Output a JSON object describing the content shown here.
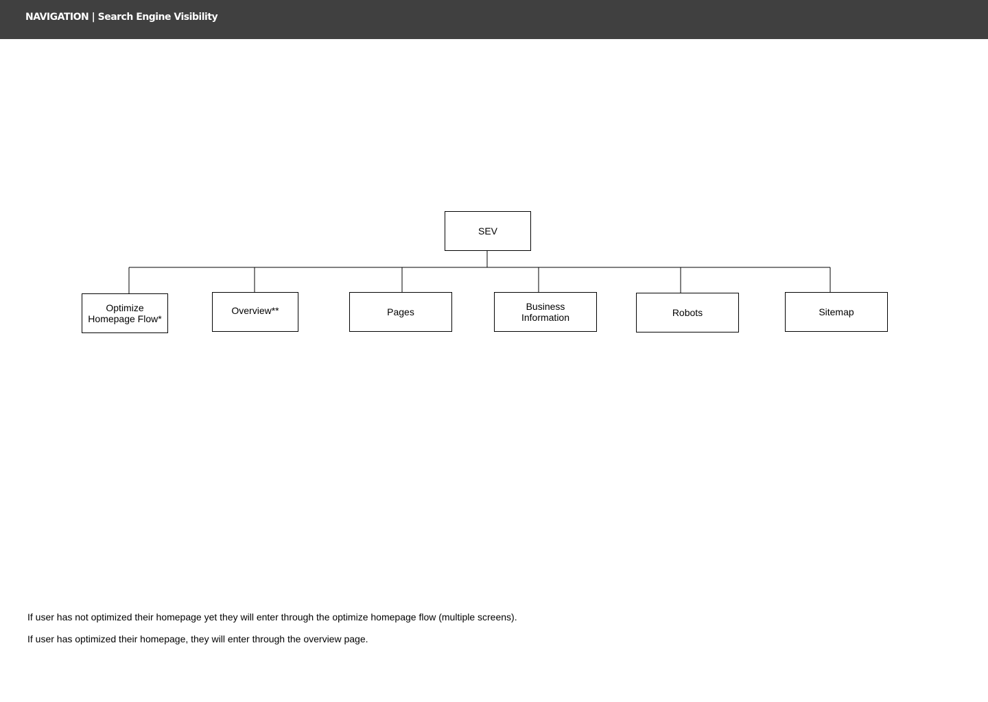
{
  "header": {
    "title": "NAVIGATION | Search Engine Visibility"
  },
  "diagram": {
    "root": {
      "label": "SEV"
    },
    "children": [
      {
        "label": "Optimize\nHomepage Flow*"
      },
      {
        "label": "Overview**"
      },
      {
        "label": "Pages"
      },
      {
        "label": "Business\nInformation"
      },
      {
        "label": "Robots"
      },
      {
        "label": "Sitemap"
      }
    ]
  },
  "notes": [
    "If user has not optimized their homepage yet they will enter through the optimize homepage flow (multiple screens).",
    "If user has optimized their homepage, they will enter through the overview page."
  ],
  "colors": {
    "header_bg": "#404040",
    "header_text": "#ffffff",
    "line": "#000000"
  }
}
